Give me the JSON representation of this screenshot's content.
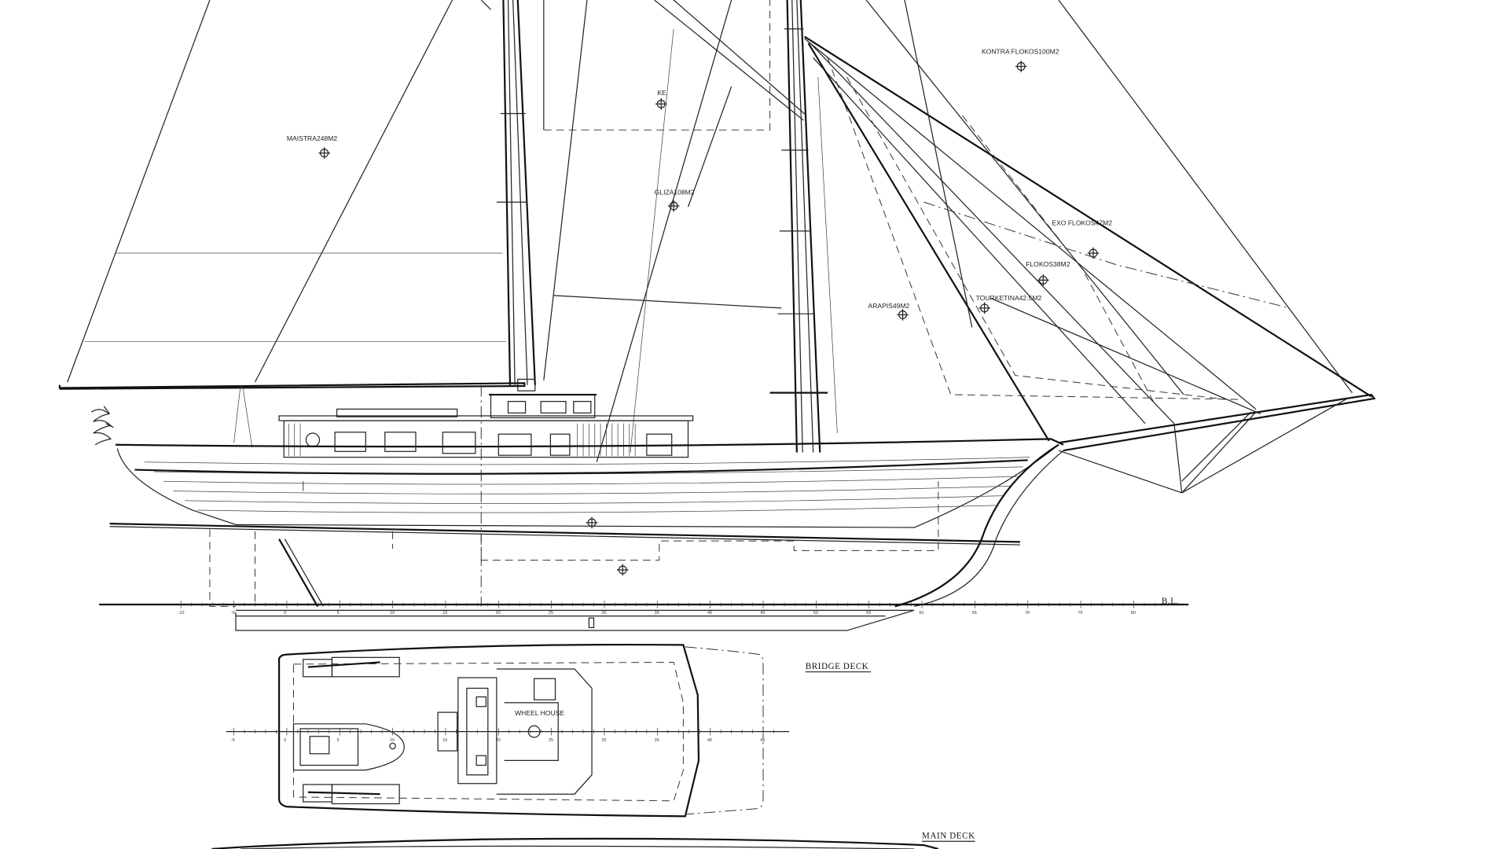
{
  "sails": {
    "kontra_flokos": "KONTRA FLOKOS100M2",
    "ke": "KE",
    "maistra": "MAISTRA248M2",
    "gliza": "GLIZA108M2",
    "exo_flokos": "EXO FLOKOS47M2",
    "flokos": "FLOKOS38M2",
    "tourketina": "TOURKETINA42.5M2",
    "arapis": "ARAPIS49M2"
  },
  "profile": {
    "baseline_label": "B.L.",
    "ruler_ticks": [
      "-10",
      "-5",
      "0",
      "5",
      "10",
      "15",
      "20",
      "25",
      "30",
      "35",
      "40",
      "45",
      "50",
      "55",
      "60",
      "65",
      "70",
      "75",
      "80"
    ]
  },
  "bridge_deck": {
    "title": "BRIDGE DECK",
    "wheel_house_label": "WHEEL HOUSE",
    "ruler_ticks": [
      "-5",
      "0",
      "5",
      "10",
      "15",
      "20",
      "25",
      "30",
      "35",
      "40",
      "45"
    ]
  },
  "main_deck": {
    "title": "MAIN DECK"
  }
}
